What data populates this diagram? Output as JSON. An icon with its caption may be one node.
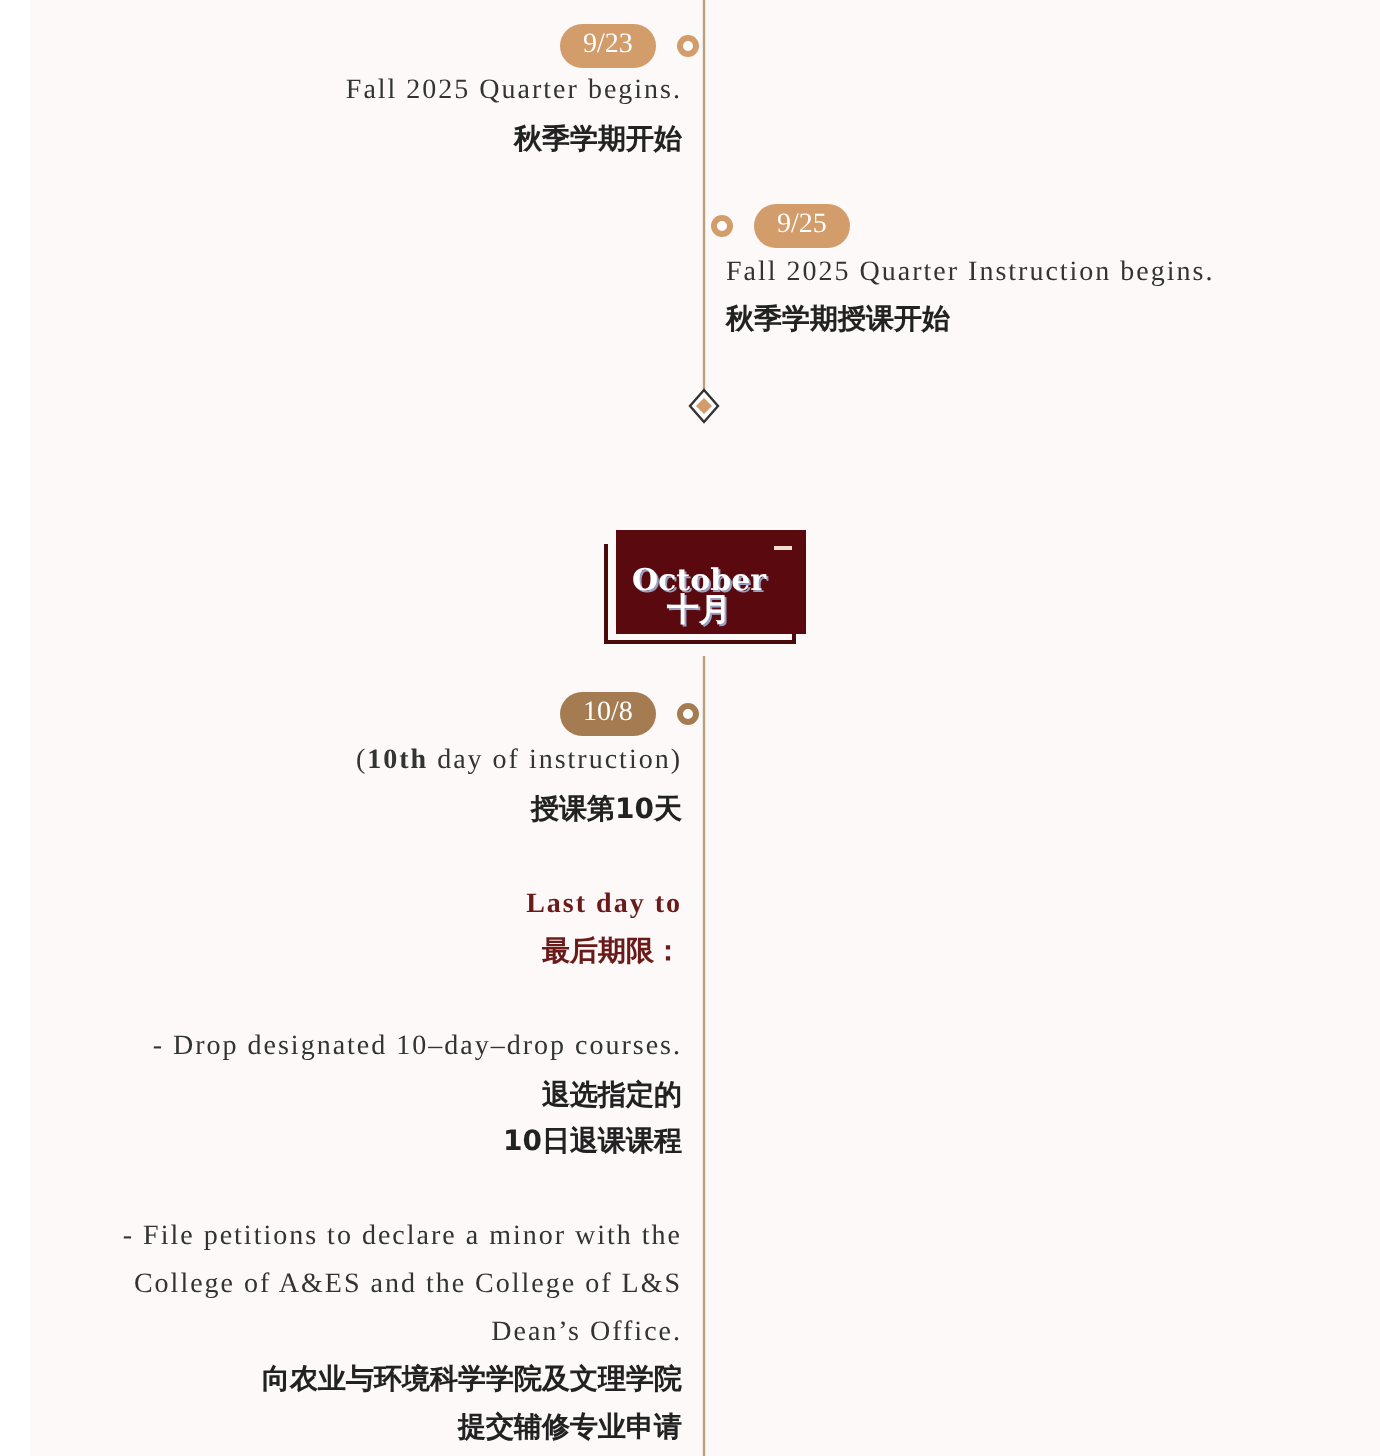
{
  "diagram": {
    "nodes": [
      {
        "text": [
          "9/23"
        ],
        "beside": [
          "Fall 2025 Quarter begins.",
          "秋季学期开始"
        ]
      },
      {
        "text": [
          "9/25"
        ],
        "beside": [
          "Fall 2025 Quarter Instruction begins.",
          "秋季学期授课开始"
        ]
      },
      {
        "text": [
          "October",
          "十月"
        ]
      },
      {
        "text": [
          "10/8"
        ],
        "beside": [
          "(**10th** day of instruction)",
          "授课第10天",
          "Last day to",
          "最后期限：",
          "- Drop designated 10–day–drop courses.",
          "退选指定的",
          "10日退课课程",
          "- File petitions to declare a minor with the College of A&ES and the College of L&S Dean’s Office.",
          "向农业与环境科学学院及文理学院",
          "提交辅修专业申请"
        ]
      }
    ]
  }
}
